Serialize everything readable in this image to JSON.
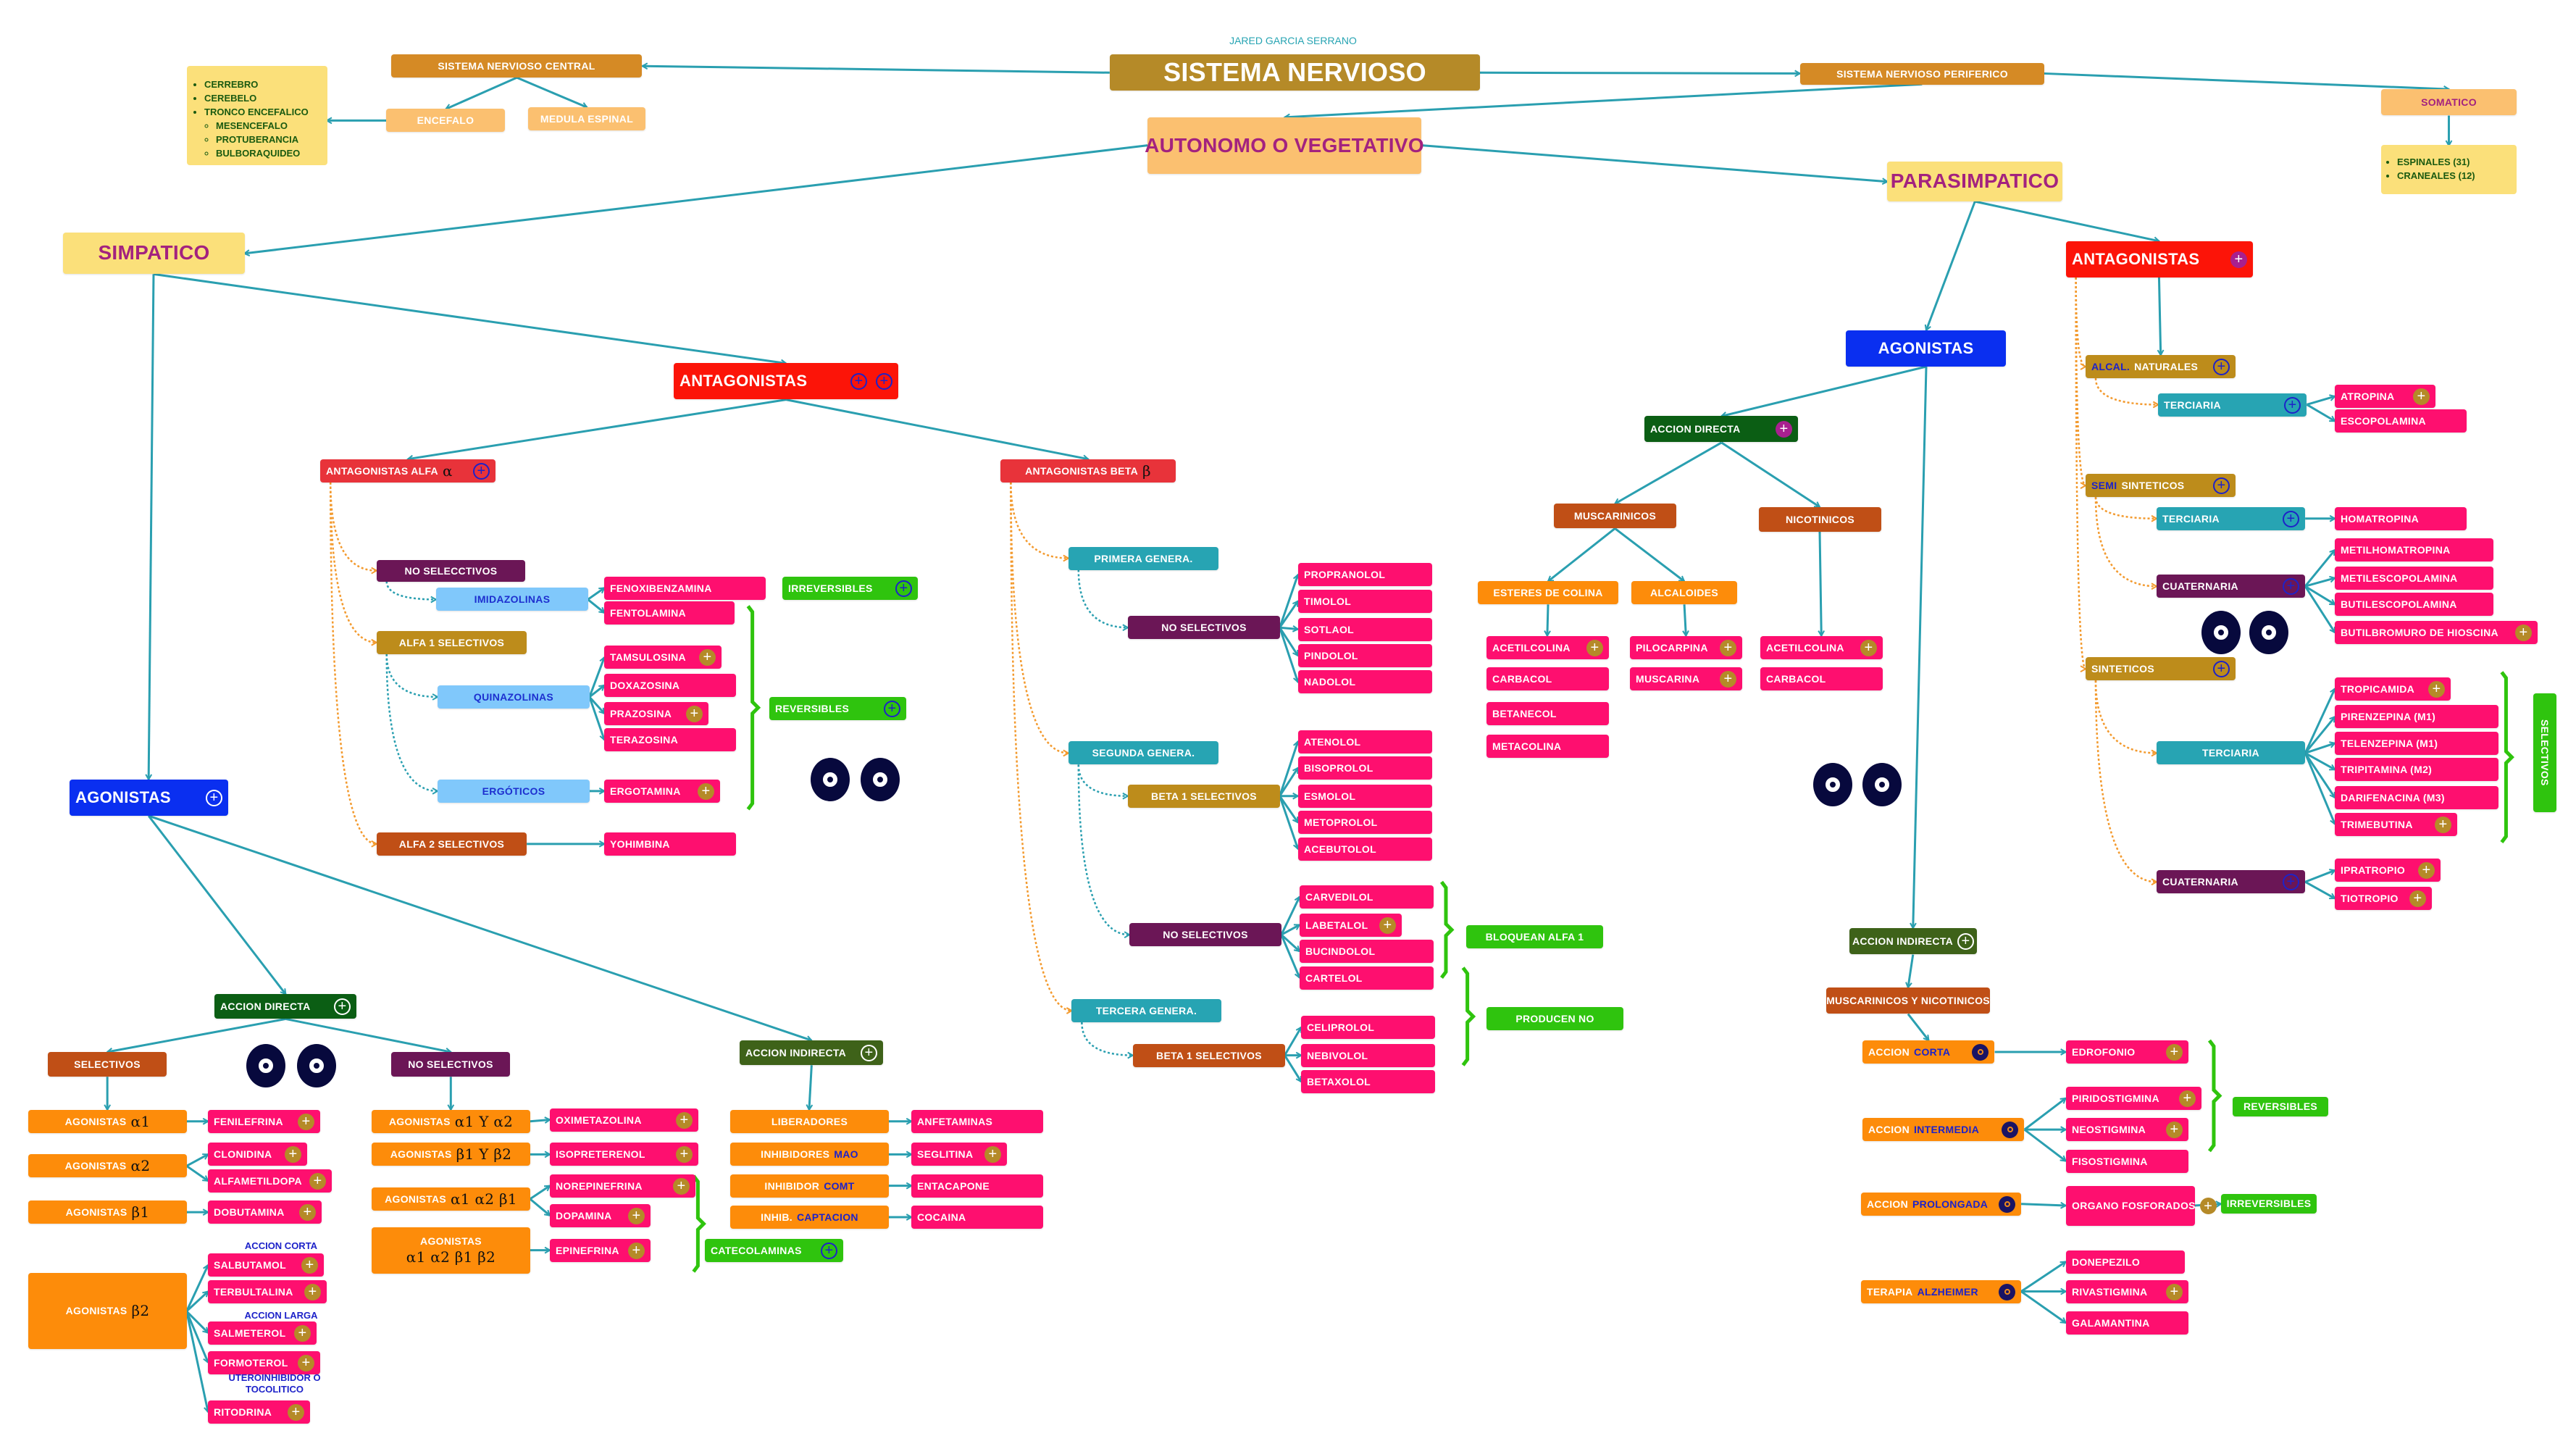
{
  "author": "JARED GARCIA SERRANO",
  "lists": {
    "snc_parts": [
      {
        "text": "CERREBRO",
        "level": 1
      },
      {
        "text": "CEREBELO",
        "level": 1
      },
      {
        "text": "TRONCO ENCEFALICO",
        "level": 1
      },
      {
        "text": "MESENCEFALO",
        "level": 2
      },
      {
        "text": "PROTUBERANCIA",
        "level": 2
      },
      {
        "text": "BULBORAQUIDEO",
        "level": 2
      }
    ],
    "somatico_parts": [
      {
        "text": "ESPINALES (31)",
        "level": 1
      },
      {
        "text": "CRANEALES (12)",
        "level": 1
      }
    ]
  },
  "notes": {
    "nCorta": "ACCION CORTA",
    "nLarga": "ACCION LARGA",
    "nUtero1": "UTEROINHIBIDOR O",
    "nUtero2": "TOCOLITICO"
  },
  "nodes": {
    "root": {
      "label": "SISTEMA NERVIOSO"
    },
    "snc": {
      "label": "SISTEMA NERVIOSO CENTRAL"
    },
    "encefalo": {
      "label": "ENCEFALO"
    },
    "medula": {
      "label": "MEDULA ESPINAL"
    },
    "snp": {
      "label": "SISTEMA NERVIOSO PERIFERICO"
    },
    "somatico": {
      "label": "SOMATICO"
    },
    "autonomo": {
      "label": "AUTONOMO O VEGETATIVO"
    },
    "simpatico": {
      "label": "SIMPATICO"
    },
    "parasimpatico": {
      "label": "PARASIMPATICO"
    },
    "antS": {
      "label": "ANTAGONISTAS"
    },
    "antAlfa": {
      "label": "ANTAGONISTAS ALFA",
      "greek": "α"
    },
    "noselA": {
      "label": "NO SELECCTIVOS"
    },
    "imid": {
      "label": "IMIDAZOLINAS"
    },
    "alfa1": {
      "label": "ALFA 1 SELECTIVOS"
    },
    "quin": {
      "label": "QUINAZOLINAS"
    },
    "ergo": {
      "label": "ERGÓTICOS"
    },
    "alfa2": {
      "label": "ALFA 2 SELECTIVOS"
    },
    "fenox": {
      "label": "FENOXIBENZAMINA"
    },
    "fentol": {
      "label": "FENTOLAMINA"
    },
    "tams": {
      "label": "TAMSULOSINA"
    },
    "doxa": {
      "label": "DOXAZOSINA"
    },
    "praz": {
      "label": "PRAZOSINA"
    },
    "teraz": {
      "label": "TERAZOSINA"
    },
    "ergot": {
      "label": "ERGOTAMINA"
    },
    "yohim": {
      "label": "YOHIMBINA"
    },
    "irrevS": {
      "label": "IRREVERSIBLES"
    },
    "revS": {
      "label": "REVERSIBLES"
    },
    "antBeta": {
      "label": "ANTAGONISTAS BETA",
      "greek": "β"
    },
    "prim": {
      "label": "PRIMERA GENERA."
    },
    "nosel1": {
      "label": "NO SELECTIVOS"
    },
    "propr": {
      "label": "PROPRANOLOL"
    },
    "timo": {
      "label": "TIMOLOL"
    },
    "sotl": {
      "label": "SOTLAOL"
    },
    "pindo": {
      "label": "PINDOLOL"
    },
    "nado": {
      "label": "NADOLOL"
    },
    "seg": {
      "label": "SEGUNDA GENERA."
    },
    "b1s": {
      "label": "BETA 1 SELECTIVOS"
    },
    "aten": {
      "label": "ATENOLOL"
    },
    "biso": {
      "label": "BISOPROLOL"
    },
    "esmo": {
      "label": "ESMOLOL"
    },
    "meto": {
      "label": "METOPROLOL"
    },
    "acebu": {
      "label": "ACEBUTOLOL"
    },
    "nosel2": {
      "label": "NO SELECTIVOS"
    },
    "carv": {
      "label": "CARVEDILOL"
    },
    "labe": {
      "label": "LABETALOL"
    },
    "bucin": {
      "label": "BUCINDOLOL"
    },
    "cartel": {
      "label": "CARTELOL"
    },
    "bloq": {
      "label": "BLOQUEAN ALFA 1"
    },
    "prodno": {
      "label": "PRODUCEN NO"
    },
    "terc": {
      "label": "TERCERA GENERA."
    },
    "b1s2": {
      "label": "BETA 1 SELECTIVOS"
    },
    "celi": {
      "label": "CELIPROLOL"
    },
    "nebi": {
      "label": "NEBIVOLOL"
    },
    "betax": {
      "label": "BETAXOLOL"
    },
    "agS": {
      "label": "AGONISTAS"
    },
    "adS": {
      "label": "ACCION DIRECTA"
    },
    "selS": {
      "label": "SELECTIVOS"
    },
    "nselS": {
      "label": "NO SELECTIVOS"
    },
    "agA1": {
      "label": "AGONISTAS",
      "greek": "α1"
    },
    "agA2": {
      "label": "AGONISTAS",
      "greek": "α2"
    },
    "agB1": {
      "label": "AGONISTAS",
      "greek": "β1"
    },
    "agB2": {
      "label": "AGONISTAS",
      "greek": "β2"
    },
    "fenil": {
      "label": "FENILEFRINA"
    },
    "clon": {
      "label": "CLONIDINA"
    },
    "alfam": {
      "label": "ALFAMETILDOPA"
    },
    "dobut": {
      "label": "DOBUTAMINA"
    },
    "salb": {
      "label": "SALBUTAMOL"
    },
    "terb": {
      "label": "TERBULTALINA"
    },
    "salm": {
      "label": "SALMETEROL"
    },
    "form": {
      "label": "FORMOTEROL"
    },
    "rito": {
      "label": "RITODRINA"
    },
    "agA1A2": {
      "label": "AGONISTAS",
      "greek": "α1 Y α2"
    },
    "agB1B2": {
      "label": "AGONISTAS",
      "greek": "β1 Y β2"
    },
    "agA1A2B1": {
      "label": "AGONISTAS",
      "greek": "α1 α2 β1"
    },
    "agAll": {
      "label": "AGONISTAS",
      "greek": "α1  α2  β1  β2"
    },
    "oxi": {
      "label": "OXIMETAZOLINA"
    },
    "iso": {
      "label": "ISOPRETERENOL"
    },
    "nore": {
      "label": "NOREPINEFRINA"
    },
    "dopa": {
      "label": "DOPAMINA"
    },
    "epi": {
      "label": "EPINEFRINA"
    },
    "catec": {
      "label": "CATECOLAMINAS"
    },
    "aiS": {
      "label": "ACCION INDIRECTA"
    },
    "liber": {
      "label": "LIBERADORES"
    },
    "mao": {
      "label": "INHIBIDORES",
      "accent": "MAO"
    },
    "comt": {
      "label": "INHIBIDOR",
      "accent": "COMT"
    },
    "capt": {
      "label": "INHIB.",
      "accent": "CAPTACION"
    },
    "anfet": {
      "label": "ANFETAMINAS"
    },
    "segl": {
      "label": "SEGLITINA"
    },
    "entac": {
      "label": "ENTACAPONE"
    },
    "coca": {
      "label": "COCAINA"
    },
    "agP": {
      "label": "AGONISTAS"
    },
    "adP": {
      "label": "ACCION DIRECTA"
    },
    "musc": {
      "label": "MUSCARINICOS"
    },
    "nico": {
      "label": "NICOTINICOS"
    },
    "ester": {
      "label": "ESTERES DE COLINA"
    },
    "alcal": {
      "label": "ALCALOIDES"
    },
    "acet1": {
      "label": "ACETILCOLINA"
    },
    "carb1": {
      "label": "CARBACOL"
    },
    "betan": {
      "label": "BETANECOL"
    },
    "metac": {
      "label": "METACOLINA"
    },
    "piloc": {
      "label": "PILOCARPINA"
    },
    "muscar": {
      "label": "MUSCARINA"
    },
    "acet2": {
      "label": "ACETILCOLINA"
    },
    "carb2": {
      "label": "CARBACOL"
    },
    "aiP": {
      "label": "ACCION INDIRECTA"
    },
    "mynic": {
      "label": "MUSCARINICOS Y NICOTINICOS"
    },
    "corta": {
      "label": "ACCION",
      "accent": "CORTA"
    },
    "inter": {
      "label": "ACCION",
      "accent": "INTERMEDIA"
    },
    "prol": {
      "label": "ACCION",
      "accent": "PROLONGADA"
    },
    "alz": {
      "label": "TERAPIA",
      "accent": "ALZHEIMER"
    },
    "edro": {
      "label": "EDROFONIO"
    },
    "pirid": {
      "label": "PIRIDOSTIGMINA"
    },
    "neo": {
      "label": "NEOSTIGMINA"
    },
    "fiso": {
      "label": "FISOSTIGMINA"
    },
    "organo": {
      "label": "ORGANO FOSFORADOS"
    },
    "done": {
      "label": "DONEPEZILO"
    },
    "riva": {
      "label": "RIVASTIGMINA"
    },
    "gala": {
      "label": "GALAMANTINA"
    },
    "revP": {
      "label": "REVERSIBLES"
    },
    "irrevP": {
      "label": "IRREVERSIBLES"
    },
    "antP": {
      "label": "ANTAGONISTAS"
    },
    "alcnat": {
      "pre": "ALCAL.",
      "label": "NATURALES"
    },
    "t1": {
      "label": "TERCIARIA"
    },
    "atrop": {
      "label": "ATROPINA"
    },
    "escop": {
      "label": "ESCOPOLAMINA"
    },
    "semi": {
      "pre": "SEMI",
      "label": "SINTETICOS"
    },
    "t2": {
      "label": "TERCIARIA"
    },
    "homa": {
      "label": "HOMATROPINA"
    },
    "c1": {
      "label": "CUATERNARIA"
    },
    "metilh": {
      "label": "METILHOMATROPINA"
    },
    "metile": {
      "label": "METILESCOPOLAMINA"
    },
    "butile": {
      "label": "BUTILESCOPOLAMINA"
    },
    "butilb": {
      "label": "BUTILBROMURO DE HIOSCINA"
    },
    "sint": {
      "label": "SINTETICOS"
    },
    "t3": {
      "label": "TERCIARIA"
    },
    "tropi": {
      "label": "TROPICAMIDA"
    },
    "piren": {
      "label": "PIRENZEPINA (M1)"
    },
    "telen": {
      "label": "TELENZEPINA (M1)"
    },
    "tripi": {
      "label": "TRIPITAMINA (M2)"
    },
    "darif": {
      "label": "DARIFENACINA (M3)"
    },
    "trimeb": {
      "label": "TRIMEBUTINA"
    },
    "selV": {
      "label": "SELECTIVOS"
    },
    "c2": {
      "label": "CUATERNARIA"
    },
    "iprat": {
      "label": "IPRATROPIO"
    },
    "tiot": {
      "label": "TIOTROPIO"
    }
  },
  "colors": {
    "connector": "#2a9fb0",
    "brace": "#2fc40e",
    "dotted": "#f39a2e"
  }
}
